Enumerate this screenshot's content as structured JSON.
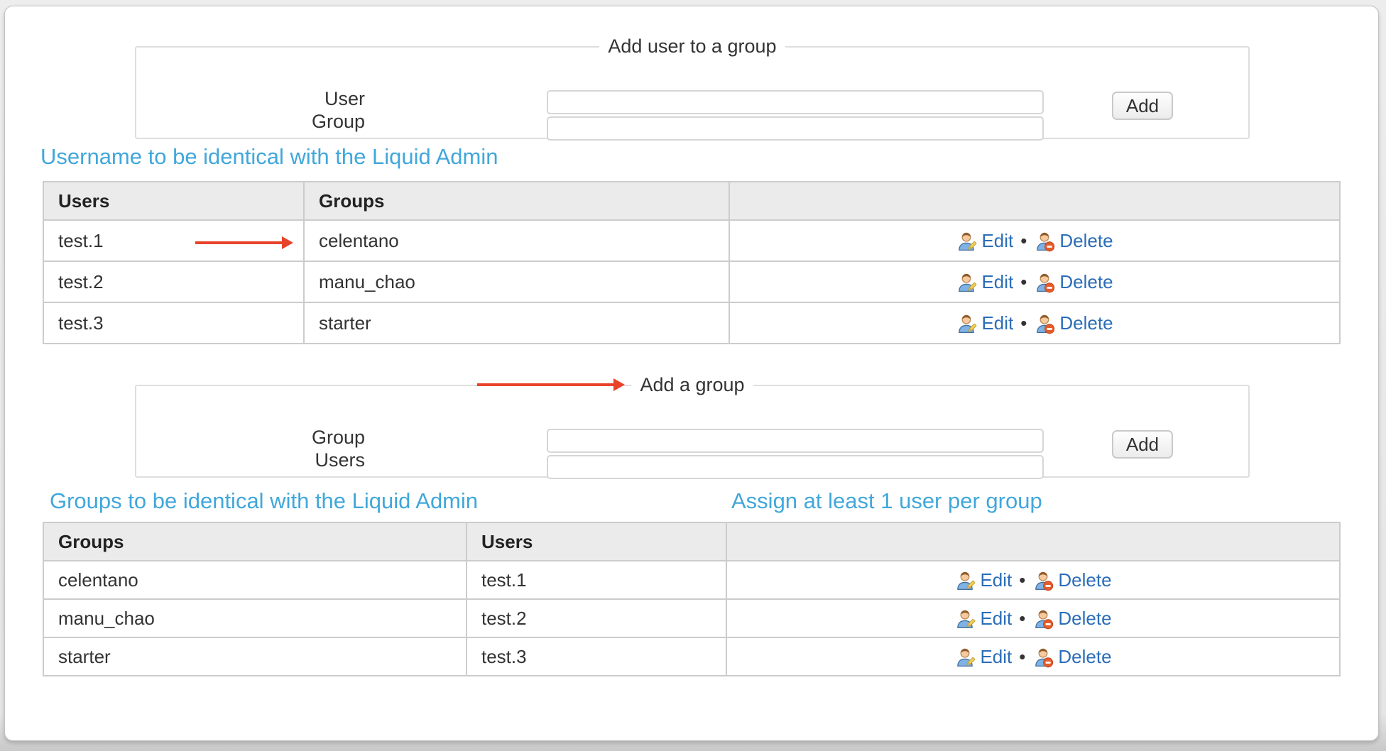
{
  "colors": {
    "heading_blue": "#41a7db",
    "link_blue": "#2b6db8",
    "arrow_red": "#e8432a",
    "table_header_bg": "#ebebeb",
    "table_border": "#cccccc"
  },
  "add_user_form": {
    "legend": "Add user to a group",
    "user_label": "User",
    "user_value": "",
    "group_label": "Group",
    "group_value": "",
    "add_button": "Add"
  },
  "users_section": {
    "heading": "Username to be identical with the Liquid Admin",
    "table": {
      "headers": [
        "Users",
        "Groups",
        ""
      ],
      "rows": [
        [
          "test.1",
          "celentano"
        ],
        [
          "test.2",
          "manu_chao"
        ],
        [
          "test.3",
          "starter"
        ]
      ]
    }
  },
  "add_group_form": {
    "legend": "Add a group",
    "group_label": "Group",
    "group_value": "",
    "users_label": "Users",
    "users_value": "",
    "add_button": "Add"
  },
  "groups_section": {
    "heading": "Groups to be identical with the Liquid Admin",
    "note": "Assign at least 1 user per group",
    "table": {
      "headers": [
        "Groups",
        "Users",
        ""
      ],
      "rows": [
        [
          "celentano",
          "test.1"
        ],
        [
          "manu_chao",
          "test.2"
        ],
        [
          "starter",
          "test.3"
        ]
      ]
    }
  },
  "actions": {
    "edit": "Edit",
    "delete": "Delete",
    "bullet": "•"
  }
}
